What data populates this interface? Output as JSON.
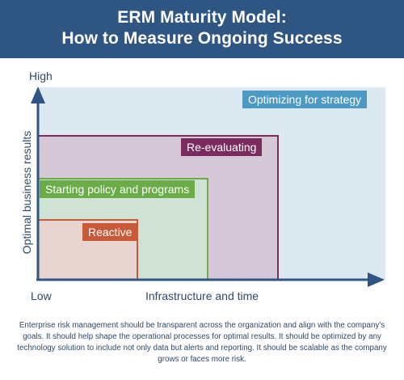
{
  "header": {
    "title_line1": "ERM Maturity Model:",
    "title_line2": "How to Measure Ongoing Success"
  },
  "axes": {
    "y_high": "High",
    "y_title": "Optimal business results",
    "x_low": "Low",
    "x_title": "Infrastructure and time"
  },
  "stages": [
    {
      "label": "Optimizing for strategy",
      "color": "#4a9ac4",
      "fill": "#dce9f1"
    },
    {
      "label": "Re-evaluating",
      "color": "#7b2b5e",
      "fill": "#d4c7d6"
    },
    {
      "label": "Starting policy and programs",
      "color": "#6aac46",
      "fill": "#cfe2d5"
    },
    {
      "label": "Reactive",
      "color": "#c85a3a",
      "fill": "#e8d5d0"
    }
  ],
  "caption": "Enterprise risk management should be transparent across the organization and align with the company's goals. It should help shape the operational processes for optimal results. It should be optimized by any technology solution to include not only data but alerts and reporting. It should be scalable as the company grows or faces more risk.",
  "colors": {
    "header_bg": "#2f5682",
    "axis": "#2f5682"
  }
}
